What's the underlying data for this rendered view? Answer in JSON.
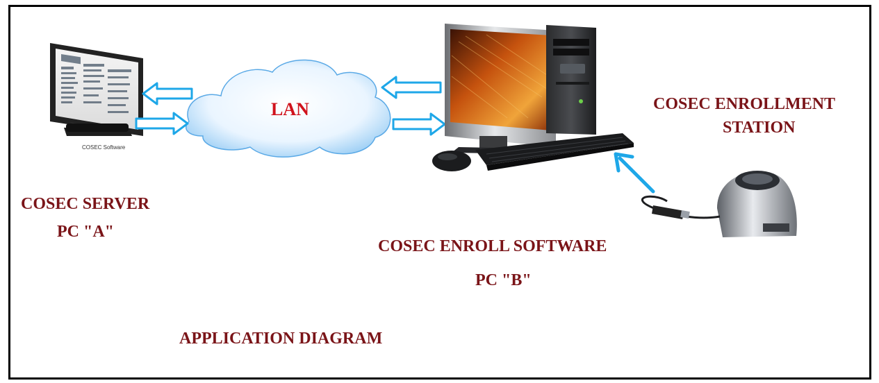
{
  "diagram": {
    "lan_label": "LAN",
    "server_label_line1": "COSEC SERVER",
    "server_label_line2": "PC \"A\"",
    "enroll_software_line1": "COSEC ENROLL SOFTWARE",
    "enroll_software_line2": "PC \"B\"",
    "enrollment_station_line1": "COSEC ENROLLMENT",
    "enrollment_station_line2": "STATION",
    "caption": "APPLICATION DIAGRAM",
    "monitor_caption": "COSEC Software"
  },
  "colors": {
    "label_text": "#7a1418",
    "lan_text": "#d0121c",
    "arrow_blue": "#1ea7e8",
    "cloud_edge": "#5aa9e6",
    "cloud_fill": "#e4f2ff"
  }
}
